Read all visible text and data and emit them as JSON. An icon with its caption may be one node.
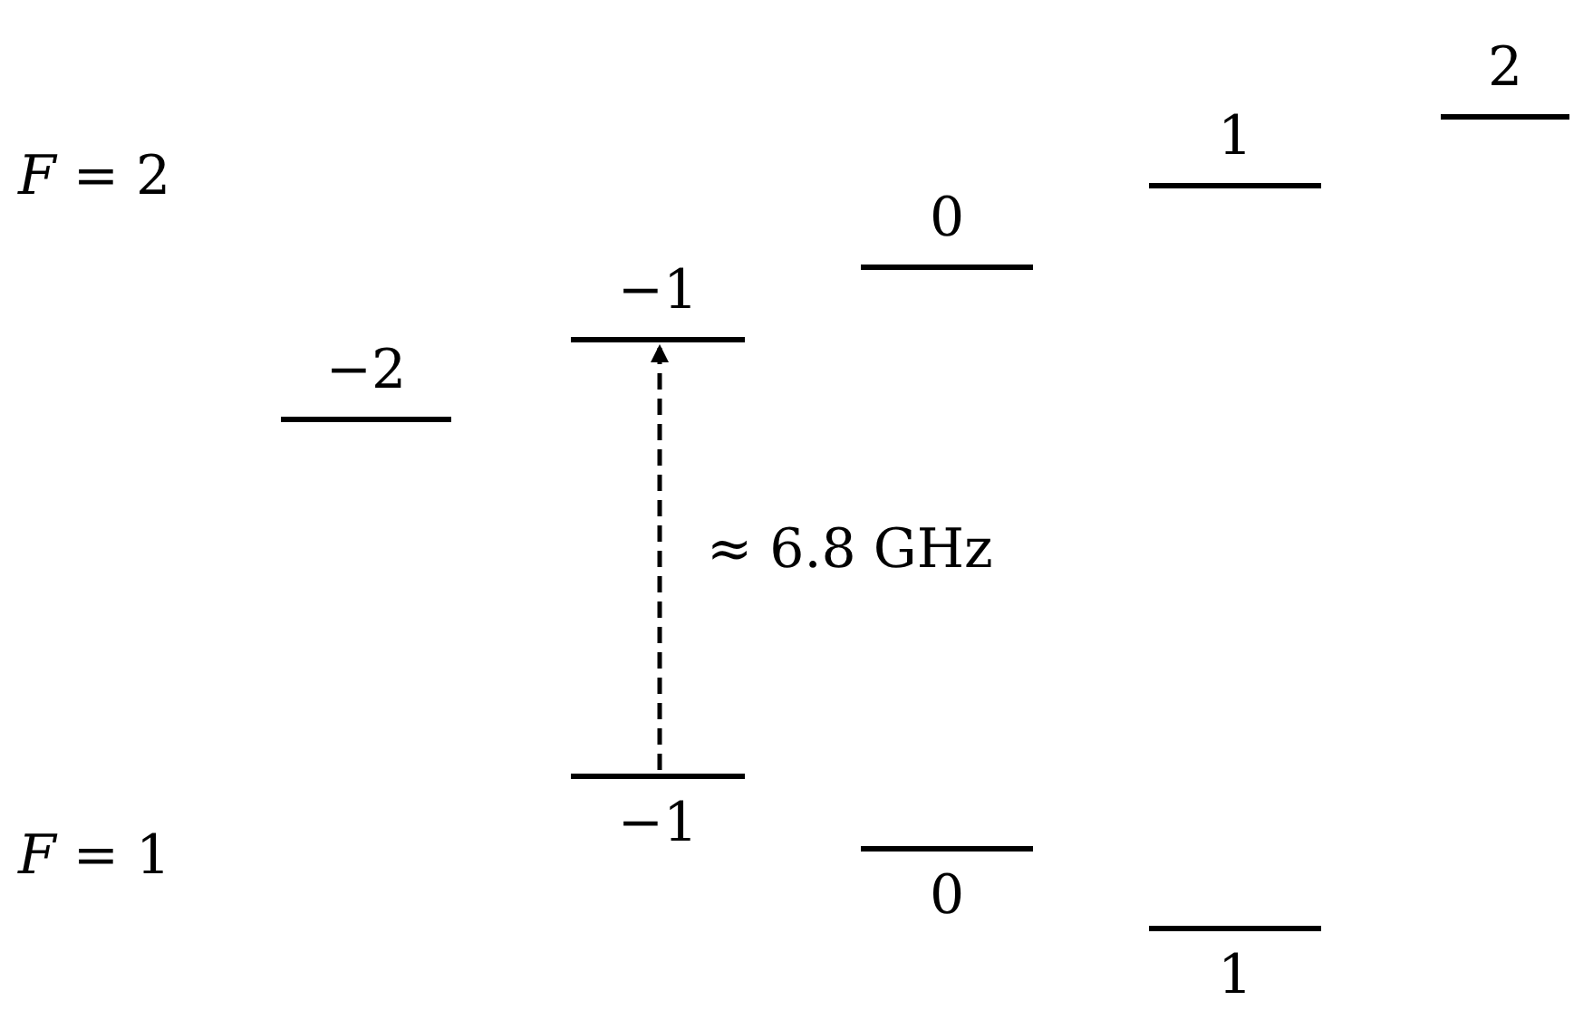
{
  "diagram": {
    "nodes": [
      {
        "text": [
          "−2"
        ]
      },
      {
        "text": [
          "−1"
        ]
      },
      {
        "text": [
          "0"
        ]
      },
      {
        "text": [
          "1"
        ]
      },
      {
        "text": [
          "2"
        ]
      },
      {
        "text": [
          "−1"
        ]
      },
      {
        "text": [
          "0"
        ]
      },
      {
        "text": [
          "1"
        ]
      }
    ],
    "edges": [
      {
        "from": 5,
        "to": 1,
        "arrow": "to",
        "style": "dashed",
        "label": "≈ 6.8 GHz"
      }
    ],
    "labels": [
      "*F* = 2",
      "*F* = 1"
    ]
  }
}
